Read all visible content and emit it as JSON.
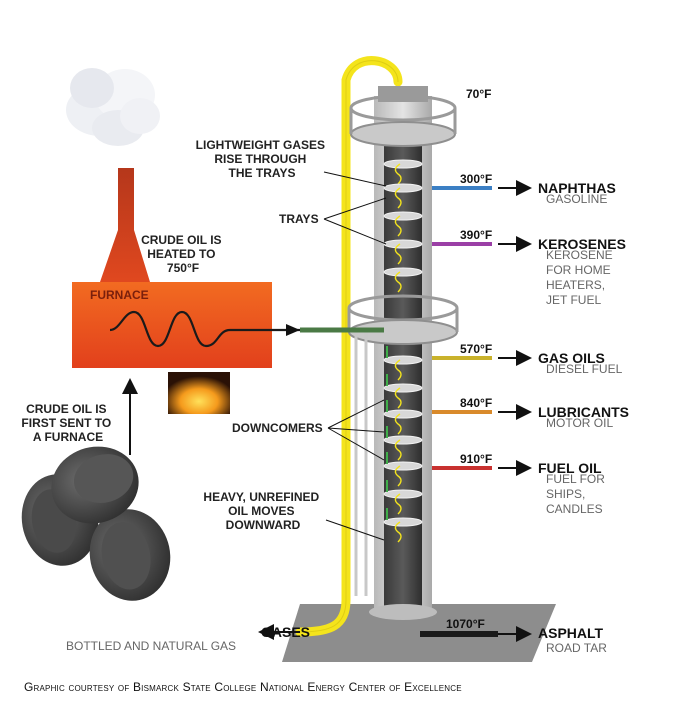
{
  "labels": {
    "lightweight": [
      "LIGHTWEIGHT GASES",
      "RISE THROUGH",
      "THE TRAYS"
    ],
    "trays": "TRAYS",
    "crude_heated": [
      "CRUDE OIL IS",
      "HEATED TO",
      "750°F"
    ],
    "furnace": "FURNACE",
    "crude_sent": [
      "CRUDE OIL IS",
      "FIRST SENT TO",
      "A FURNACE"
    ],
    "downcomers": "DOWNCOMERS",
    "heavy": [
      "HEAVY, UNREFINED",
      "OIL MOVES",
      "DOWNWARD"
    ]
  },
  "top_temp": "70°F",
  "products": [
    {
      "temp": "300°F",
      "name": "NAPHTHAS",
      "uses": [
        "GASOLINE"
      ],
      "color": "#3b7fc4"
    },
    {
      "temp": "390°F",
      "name": "KEROSENES",
      "uses": [
        "KEROSENE",
        "FOR HOME",
        "HEATERS,",
        "JET FUEL"
      ],
      "color": "#9b3fa6"
    },
    {
      "temp": "570°F",
      "name": "GAS OILS",
      "uses": [
        "DIESEL FUEL"
      ],
      "color": "#c9b22b"
    },
    {
      "temp": "840°F",
      "name": "LUBRICANTS",
      "uses": [
        "MOTOR OIL"
      ],
      "color": "#d98a2b"
    },
    {
      "temp": "910°F",
      "name": "FUEL OIL",
      "uses": [
        "FUEL FOR",
        "SHIPS,",
        "CANDLES"
      ],
      "color": "#c8312f"
    },
    {
      "temp": "1070°F",
      "name": "ASPHALT",
      "uses": [
        "ROAD TAR"
      ],
      "color": "#1a1a1a"
    }
  ],
  "gases": {
    "name": "GASES",
    "uses": "BOTTLED AND NATURAL GAS"
  },
  "credit": "Graphic courtesy of Bismarck State College National Energy Center of Excellence"
}
